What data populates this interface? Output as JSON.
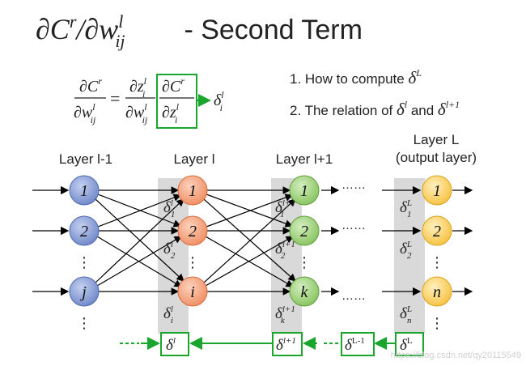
{
  "title": "∂C^r/∂w_ij^l - Second Term",
  "title_parts": {
    "main": "∂C",
    "sup": "r",
    "slash": "/∂w",
    "sup2": "l",
    "sub2": "ij",
    "tail": " - Second Term"
  },
  "equation": {
    "lhs_num": "∂C",
    "lhs_num_sup": "r",
    "lhs_den": "∂w",
    "lhs_den_sup": "l",
    "lhs_den_sub": "ij",
    "eq": "=",
    "mid_num": "∂z",
    "mid_num_sup": "l",
    "mid_num_sub": "i",
    "mid_den": "∂w",
    "mid_den_sup": "l",
    "mid_den_sub": "ij",
    "box_num": "∂C",
    "box_num_sup": "r",
    "box_den": "∂z",
    "box_den_sup": "l",
    "box_den_sub": "i",
    "result": "δ",
    "result_sup": "l",
    "result_sub": "i"
  },
  "steps": [
    {
      "text": "1. How to compute ",
      "sym": "δ",
      "sup": "L"
    },
    {
      "text": "2. The relation of ",
      "sym": "δ",
      "sup": "l",
      "mid": " and ",
      "sym2": "δ",
      "sup2": "l+1"
    }
  ],
  "layers": [
    {
      "label": "Layer l-1",
      "nodes": [
        "1",
        "2",
        "j"
      ]
    },
    {
      "label": "Layer l",
      "nodes": [
        "1",
        "2",
        "i"
      ]
    },
    {
      "label": "Layer l+1",
      "nodes": [
        "1",
        "2",
        "k"
      ]
    },
    {
      "label_line1": "Layer L",
      "label_line2": "(output layer)",
      "nodes": [
        "1",
        "2",
        "n"
      ]
    }
  ],
  "deltas": {
    "layer_l": [
      {
        "sym": "δ",
        "sup": "l",
        "sub": "1"
      },
      {
        "sym": "δ",
        "sup": "l",
        "sub": "2"
      },
      {
        "sym": "δ",
        "sup": "l",
        "sub": "i"
      }
    ],
    "layer_l1": [
      {
        "sym": "δ",
        "sup": "l+1",
        "sub": "1"
      },
      {
        "sym": "δ",
        "sup": "l+1",
        "sub": "2"
      },
      {
        "sym": "δ",
        "sup": "l+1",
        "sub": "k"
      }
    ],
    "layer_L": [
      {
        "sym": "δ",
        "sup": "L",
        "sub": "1"
      },
      {
        "sym": "δ",
        "sup": "L",
        "sub": "2"
      },
      {
        "sym": "δ",
        "sup": "L",
        "sub": "n"
      }
    ]
  },
  "ellipsis": "⋮",
  "hellipsis": "……",
  "bottom_chain": [
    {
      "sym": "δ",
      "sup": "l"
    },
    {
      "sym": "δ",
      "sup": "l+1"
    },
    {
      "sym": "δ",
      "sup": "L-1"
    },
    {
      "sym": "δ",
      "sup": "L"
    }
  ],
  "watermark": "https://blog.csdn.net/qy20115549",
  "colors": {
    "green": "#1aa52c",
    "gray_band": "#d9d9d9",
    "layer_l_minus_1": "#8fa3d6",
    "layer_l": "#f4a27c",
    "layer_l_plus_1": "#9dd17a",
    "layer_L": "#ffd36b"
  }
}
